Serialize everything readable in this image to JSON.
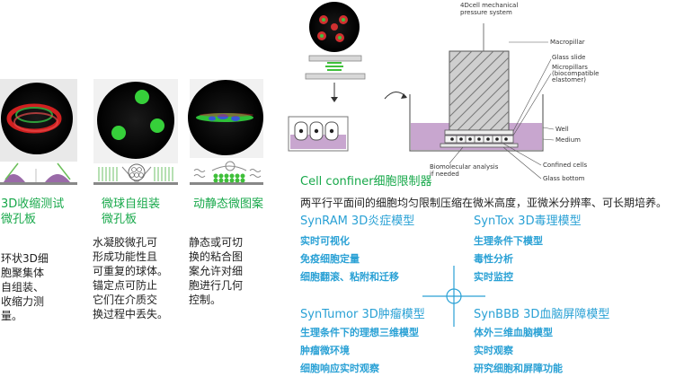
{
  "models": [
    {
      "title": "3D收缩测试\n微孔板",
      "description": "环状3D细\n胞聚集体\n自组装、\n收缩力测\n量。",
      "image_alt": "contraction-ring-microscopy"
    },
    {
      "title": "微球自组装\n微孔板",
      "description": "水凝胶微孔可\n形成功能性且\n可重复的球体。\n锚定点可防止\n它们在介质交\n换过程中丢失。",
      "image_alt": "spheroid-microscopy"
    },
    {
      "title": "动静态微图案",
      "description": "静态或可切\n换的粘合图\n案允许对细\n胞进行几何\n控制。",
      "image_alt": "micropattern-microscopy"
    }
  ],
  "confiner": {
    "title": "Cell confiner细胞限制器",
    "description": "两平行平面间的细胞均匀限制压缩在微米高度，亚微米分辨率、可长期培养。",
    "diagram_labels": {
      "system": "4Dcell mechanical\npressure system",
      "macropillar": "Macropillar",
      "glass_slide": "Glass slide",
      "micropillars": "Micropillars\n(biocompatible\nelastomer)",
      "well": "Well",
      "medium": "Medium",
      "biomolecular": "Biomolecular analysis\nif needed",
      "confined_cells": "Confined cells",
      "glass_bottom": "Glass bottom"
    }
  },
  "panels": [
    {
      "title": "SynRAM 3D炎症模型",
      "items": [
        "实时可视化",
        "免疫细胞定量",
        "细胞翻滚、粘附和迁移"
      ]
    },
    {
      "title": "SynTox 3D毒理模型",
      "items": [
        "生理条件下模型",
        "毒性分析",
        "实时监控"
      ]
    },
    {
      "title": "SynTumor 3D肿瘤模型",
      "items": [
        "生理条件下的理想三维模型",
        "肿瘤微环境",
        "细胞响应实时观察"
      ]
    },
    {
      "title": "SynBBB 3D血脑屏障模型",
      "items": [
        "体外三维血脑模型",
        "实时观察",
        "研究细胞和屏障功能"
      ]
    }
  ],
  "colors": {
    "green_title": "#17a84a",
    "blue_panel": "#2aa1d5",
    "medium_purple": "#c8a6cf"
  }
}
